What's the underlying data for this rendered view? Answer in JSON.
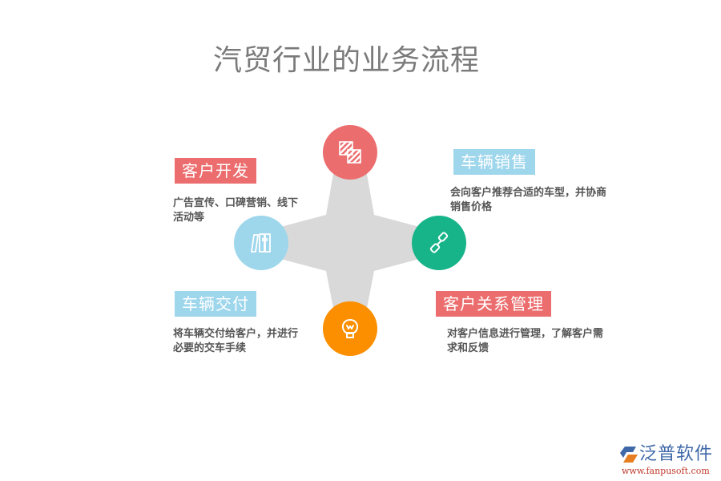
{
  "title": "汽贸行业的业务流程",
  "colors": {
    "red": "#ec6d6e",
    "blue": "#9ed6ec",
    "green": "#17b48a",
    "orange": "#fb8f00",
    "star": "#d9d9d9",
    "title": "#7a7a7a",
    "desc": "#555555"
  },
  "steps": [
    {
      "position": "top-left",
      "label": "客户开发",
      "description": "广告宣传、口碑营销、线下活动等",
      "circle_icon": "hatched-squares-icon"
    },
    {
      "position": "top-right",
      "label": "车辆销售",
      "description": "会向客户推荐合适的车型，并协商销售价格",
      "circle_icon": "link-chain-icon"
    },
    {
      "position": "bottom-left",
      "label": "车辆交付",
      "description": "将车辆交付给客户，并进行必要的交车手续",
      "circle_icon": "book-binders-icon"
    },
    {
      "position": "bottom-right",
      "label": "客户关系管理",
      "description": "对客户信息进行管理，了解客户需求和反馈",
      "circle_icon": "lightbulb-icon"
    }
  ],
  "desc_lines": {
    "s0": [
      "广告宣传、口碑营销、线下",
      "活动等"
    ],
    "s1": [
      "会向客户推荐合适的车型，并协商",
      "销售价格"
    ],
    "s2": [
      "将车辆交付给客户，并进行",
      "必要的交车手续"
    ],
    "s3": [
      "对客户信息进行管理，了解客户需",
      "求和反馈"
    ]
  },
  "logo": {
    "name": "泛普软件",
    "url": "www.fanpusoft.com"
  }
}
